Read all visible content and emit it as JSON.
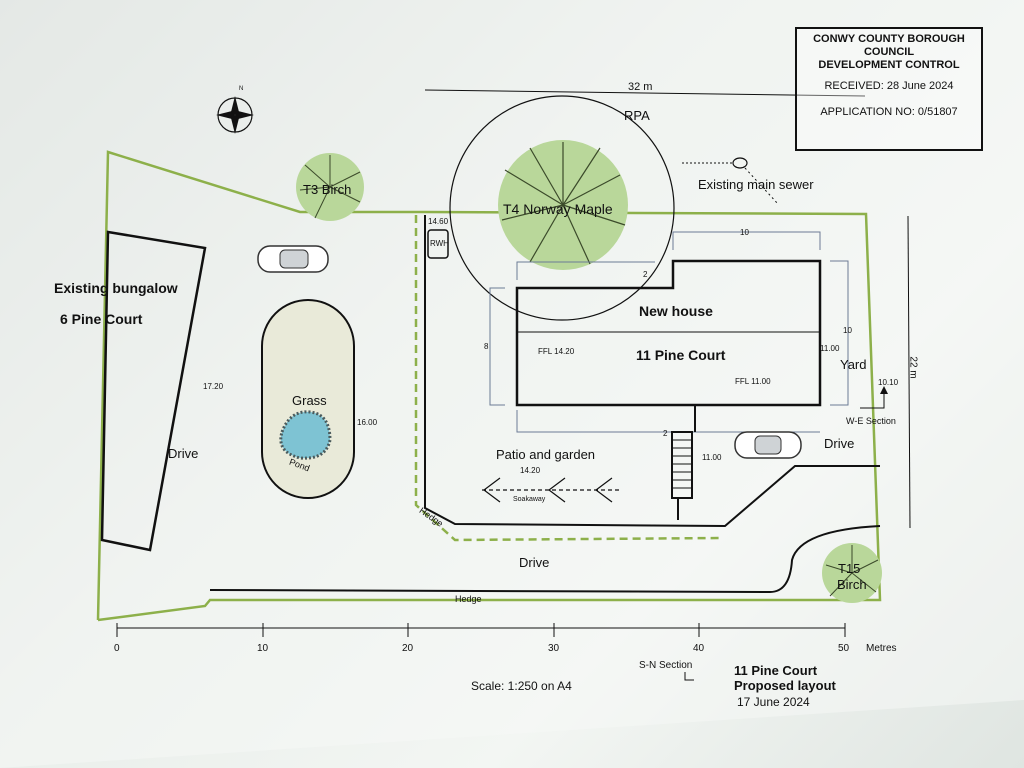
{
  "stamp": {
    "line1": "CONWY COUNTY BOROUGH",
    "line2": "COUNCIL",
    "line3": "DEVELOPMENT CONTROL",
    "received": "RECEIVED: 28 June 2024",
    "application": "APPLICATION NO: 0/51807"
  },
  "north": "N",
  "dims": {
    "width_top": "32 m",
    "height_right": "22 m",
    "house_width": "10",
    "house_left": "8",
    "house_right": "10",
    "notch": "2",
    "steps": "2"
  },
  "labels": {
    "rpa": "RPA",
    "t4": "T4 Norway Maple",
    "t3": "T3 Birch",
    "t15_a": "T15",
    "t15_b": "Birch",
    "sewer": "Existing main sewer",
    "rwh": "RWH",
    "existing_a": "Existing bungalow",
    "existing_b": "6 Pine Court",
    "new_house": "New house",
    "pine_court": "11 Pine Court",
    "ffl1": "FFL  14.20",
    "ffl2": "FFL  11.00",
    "yard": "Yard",
    "section_we": "W-E Section",
    "grass": "Grass",
    "pond": "Pond",
    "drive_left": "Drive",
    "drive_right": "Drive",
    "drive_bottom": "Drive",
    "patio": "Patio and garden",
    "soakaway": "Soakaway",
    "hedge1": "Hedge",
    "hedge2": "Hedge",
    "section_sn": "S-N Section",
    "lvl_1460": "14.60",
    "lvl_1720": "17.20",
    "lvl_1600": "16.00",
    "lvl_1420": "14.20",
    "lvl_1100a": "11.00",
    "lvl_1100b": "11.00",
    "lvl_1010": "10.10"
  },
  "scale": {
    "ticks": [
      "0",
      "10",
      "20",
      "30",
      "40",
      "50"
    ],
    "unit": "Metres",
    "label": "Scale:  1:250  on A4"
  },
  "title": {
    "line1": "11 Pine Court",
    "line2": "Proposed layout",
    "date": "17 June 2024"
  },
  "colors": {
    "boundary": "#8db04a",
    "tree": "#b9d79a",
    "pond": "#7ec3d3"
  }
}
